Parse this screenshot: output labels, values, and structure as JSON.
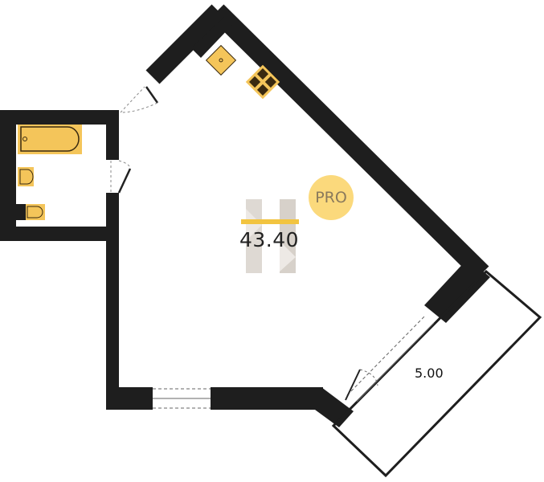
{
  "plan": {
    "total_area": "43.40",
    "balcony_area": "5.00",
    "badge": "PRO",
    "colors": {
      "wall": "#1e1e1e",
      "fixture": "#f4c55a",
      "badge": "#fbd97c"
    }
  }
}
